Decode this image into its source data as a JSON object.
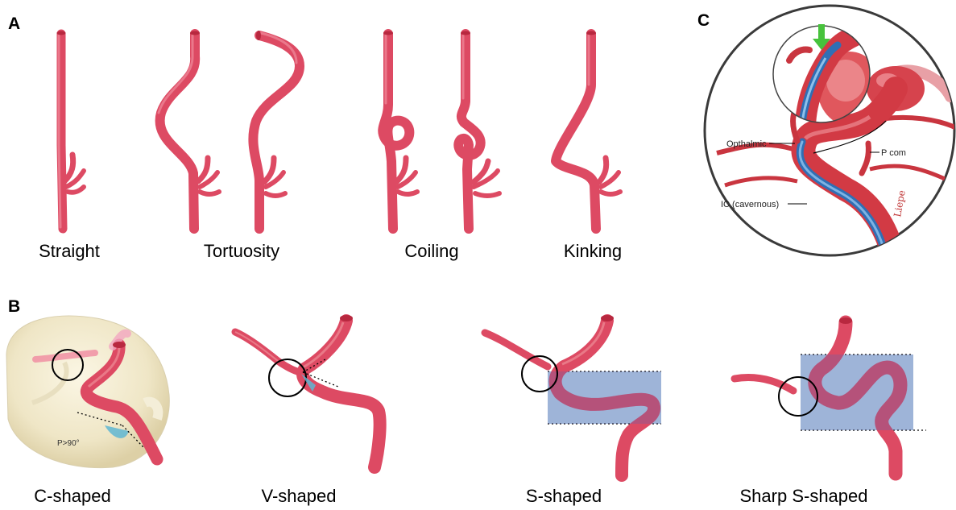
{
  "panels": {
    "a": {
      "letter": "A",
      "captions": {
        "straight": "Straight",
        "tortuosity": "Tortuosity",
        "coiling": "Coiling",
        "kinking": "Kinking"
      }
    },
    "b": {
      "letter": "B",
      "captions": {
        "c_shaped": "C-shaped",
        "v_shaped": "V-shaped",
        "s_shaped": "S-shaped",
        "sharp_s_shaped": "Sharp S-shaped"
      },
      "angle_label": "P>90°"
    },
    "c": {
      "letter": "C",
      "labels": {
        "opthalmic": "Opthalmic",
        "p_com": "P com",
        "ic_cavernous": "IC (cavernous)"
      }
    }
  },
  "colors": {
    "vessel": "#dd4a63",
    "vessel_highlight": "#f08b9c",
    "shaded_box": "#a9d8f0",
    "catheter": "#2f6fb5",
    "arrow": "#47c23c"
  },
  "icons": {
    "green_arrow": "down-arrow-icon"
  }
}
